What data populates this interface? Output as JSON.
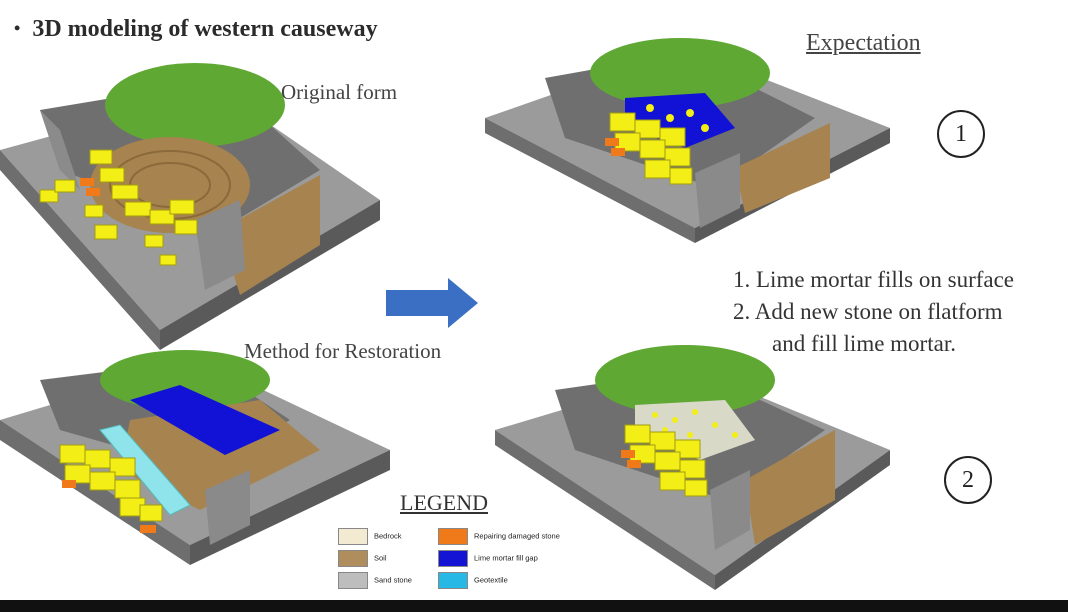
{
  "title": "3D modeling of western causeway",
  "labels": {
    "original_form": "Original form",
    "method": "Method for Restoration",
    "expectation": "Expectation"
  },
  "numbers": {
    "one": "1",
    "two": "2"
  },
  "steps": [
    "1. Lime mortar fills on surface",
    "2. Add new stone on flatform",
    "and fill lime mortar."
  ],
  "legend": {
    "title": "LEGEND",
    "items": [
      {
        "label": "Bedrock",
        "color": "#f3ead2"
      },
      {
        "label": "Repairing damaged stone",
        "color": "#f07a1a"
      },
      {
        "label": "Soil",
        "color": "#b08d5c"
      },
      {
        "label": "Lime mortar fill gap",
        "color": "#1414d4"
      },
      {
        "label": "Sand stone",
        "color": "#bdbdbd"
      },
      {
        "label": "Geotextile",
        "color": "#27b8e6"
      }
    ]
  },
  "colors": {
    "grass": "#5fa834",
    "soil": "#a7834f",
    "stone": "#9a9a9a",
    "yellow_stone": "#f2ee16",
    "lime_mortar": "#1212d6",
    "geotextile": "#8fe3ea",
    "arrow": "#3a6fc4",
    "base": "#8c8c8c"
  }
}
